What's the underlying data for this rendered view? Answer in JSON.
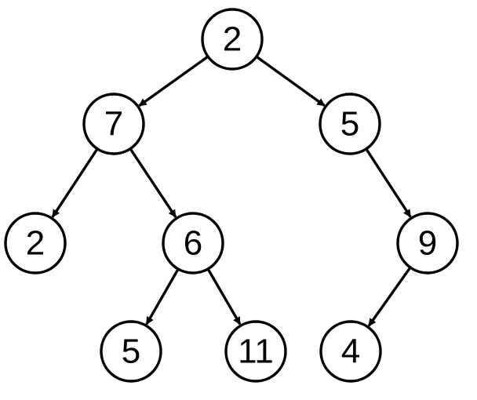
{
  "tree": {
    "root": {
      "value": "2",
      "children": [
        {
          "value": "7",
          "children": [
            {
              "value": "2",
              "children": []
            },
            {
              "value": "6",
              "children": [
                {
                  "value": "5",
                  "children": []
                },
                {
                  "value": "11",
                  "children": []
                }
              ]
            }
          ]
        },
        {
          "value": "5",
          "children": [
            {
              "value": "9",
              "children": [
                {
                  "value": "4",
                  "children": []
                }
              ]
            }
          ]
        }
      ]
    }
  }
}
